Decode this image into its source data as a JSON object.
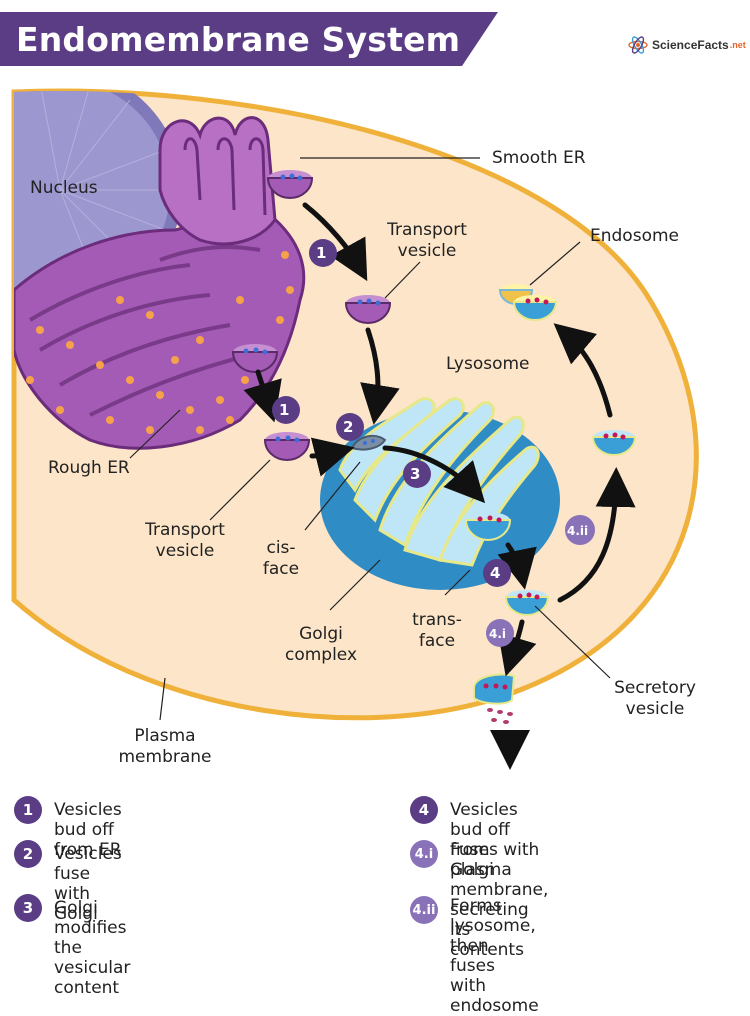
{
  "title": "Endomembrane System",
  "brand": "ScienceFacts",
  "brand_suffix": ".net",
  "colors": {
    "title_banner": "#5b3d86",
    "cell_fill": "#fce5c8",
    "cell_outline": "#f0b13b",
    "nucleus": "#9c98cf",
    "er": "#a45bb5",
    "golgi": "#3a9fd6",
    "golgi_inner": "#bfe6f7",
    "vesicle_purple": "#a45bb5",
    "vesicle_cargo": "#3f6ed9",
    "lysosome_cargo": "#c2185b",
    "badge": "#5b3d86",
    "badge_light": "#8a72b8"
  },
  "labels": {
    "nucleus": "Nucleus",
    "smooth_er": "Smooth ER",
    "transport_vesicle_top_1": "Transport",
    "transport_vesicle_top_2": "vesicle",
    "endosome": "Endosome",
    "lysosome": "Lysosome",
    "rough_er": "Rough ER",
    "transport_vesicle_bottom_1": "Transport",
    "transport_vesicle_bottom_2": "vesicle",
    "cis_face_1": "cis-",
    "cis_face_2": "face",
    "golgi_complex_1": "Golgi",
    "golgi_complex_2": "complex",
    "trans_face_1": "trans-",
    "trans_face_2": "face",
    "secretory_vesicle_1": "Secretory",
    "secretory_vesicle_2": "vesicle",
    "plasma_membrane_1": "Plasma",
    "plasma_membrane_2": "membrane"
  },
  "badges": {
    "b1_top": "1",
    "b1_bottom": "1",
    "b2": "2",
    "b3": "3",
    "b4": "4",
    "b4i": "4.i",
    "b4ii": "4.ii"
  },
  "legend": [
    {
      "badge": "1",
      "text_1": "Vesicles bud off from ER",
      "text_2": ""
    },
    {
      "badge": "2",
      "text_1": "Vesicles fuse with Golgi",
      "text_2": ""
    },
    {
      "badge": "3",
      "text_1": "Golgi modifies the vesicular",
      "text_2": "content"
    },
    {
      "badge": "4",
      "text_1": "Vesicles bud off from Golgi",
      "text_2": ""
    },
    {
      "badge": "4.i",
      "text_1": "Fuses with plasma membrane,",
      "text_2": "secreting its contents"
    },
    {
      "badge": "4.ii",
      "text_1": "Forms lysosome, then fuses",
      "text_2": "with endosome"
    }
  ]
}
